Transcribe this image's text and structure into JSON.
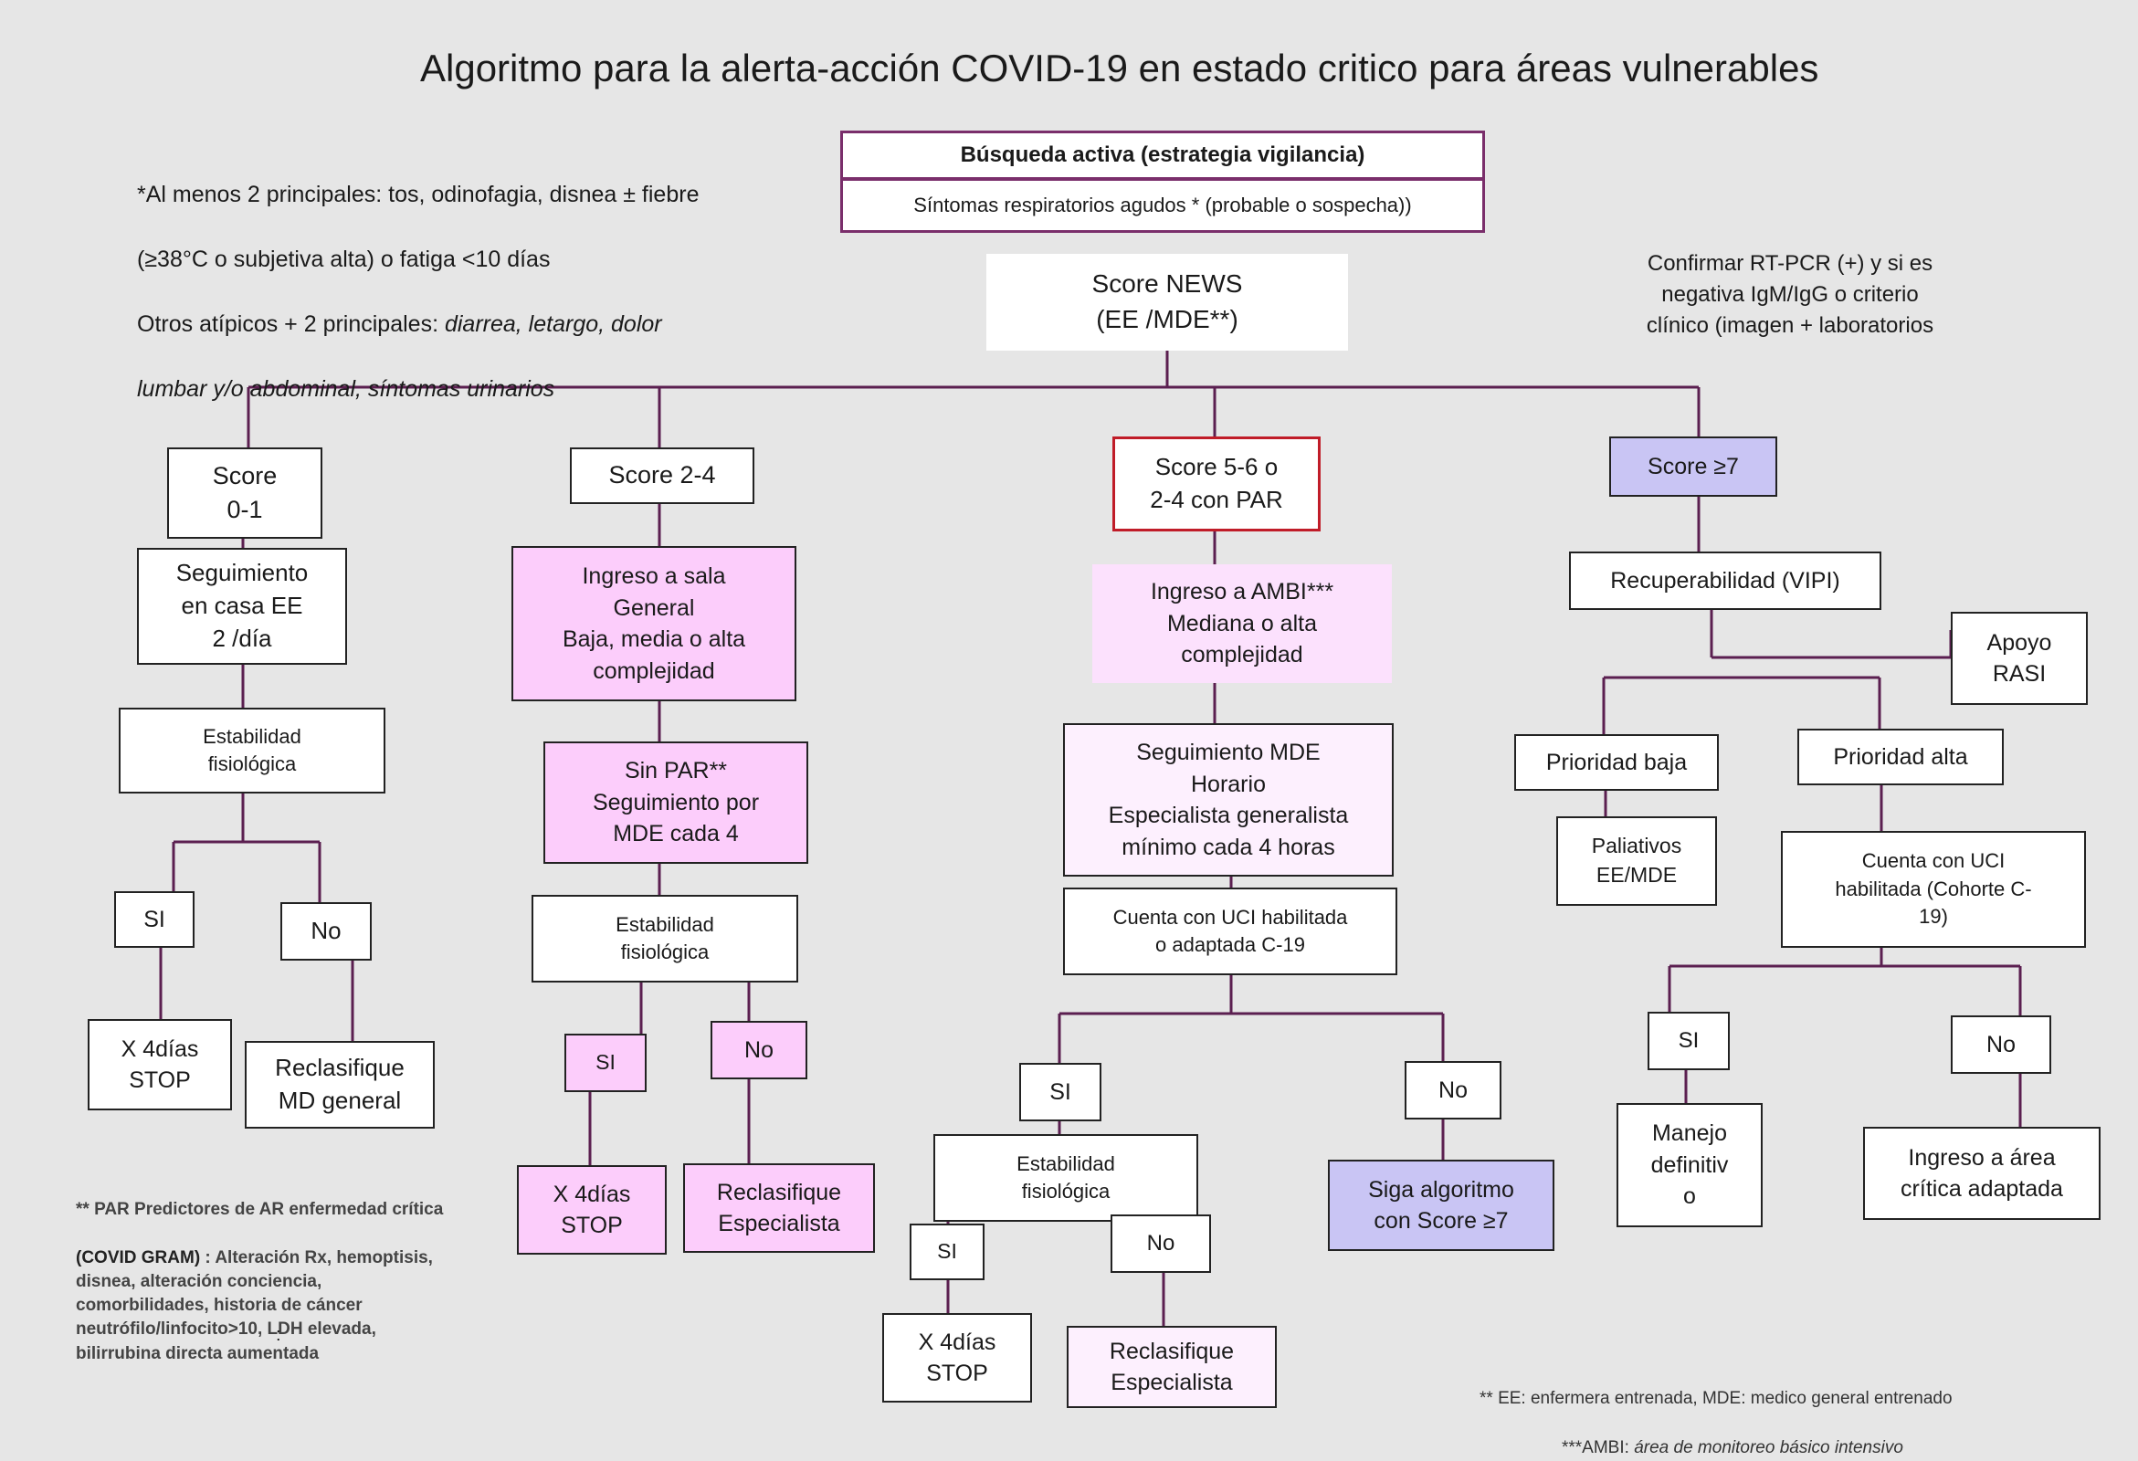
{
  "title": "Algoritmo para la alerta-acción COVID-19 en estado critico para áreas vulnerables",
  "note_top_left": {
    "line1": "*Al menos 2 principales: tos, odinofagia, disnea ± fiebre",
    "line2": "(≥38°C o subjetiva alta) o fatiga <10 días",
    "line3_prefix": "Otros atípicos + 2 principales: ",
    "line3_italic": "diarrea, letargo, dolor",
    "line4_italic": "lumbar y/o abdominal, síntomas urinarios"
  },
  "busqueda": {
    "header": "Búsqueda activa (estrategia vigilancia)",
    "subtext": "Síntomas respiratorios agudos *  (probable o sospecha))"
  },
  "score_news": "Score NEWS\n(EE /MDE**)",
  "confirm_note": "Confirmar RT-PCR (+) y si es\nnegativa  IgM/IgG o criterio\nclínico (imagen + laboratorios",
  "col1": {
    "score": "Score\n0-1",
    "follow": "Seguimiento\nen casa  EE\n2 /día",
    "stability": "Estabilidad\nfisiológica",
    "si": "SI",
    "no": "No",
    "stop": "X 4días\nSTOP",
    "reclass": "Reclasifique\nMD general"
  },
  "col2": {
    "score": "Score 2-4",
    "ingreso": "Ingreso a sala\nGeneral\nBaja, media o alta\ncomplejidad",
    "sinpar": "Sin PAR**\nSeguimiento por\nMDE  cada 4",
    "stability": "Estabilidad\nfisiológica",
    "si": "SI",
    "no": "No",
    "stop": "X 4días\nSTOP",
    "reclass": "Reclasifique\nEspecialista"
  },
  "col3": {
    "score": "Score 5-6 o\n2-4 con PAR",
    "ingreso": "Ingreso a AMBI***\nMediana o alta\ncomplejidad",
    "seguimiento": "Seguimiento  MDE\nHorario\nEspecialista generalista\nmínimo cada  4 horas",
    "uci": "Cuenta con UCI habilitada\no adaptada C-19",
    "si": "SI",
    "no": "No",
    "stability": "Estabilidad\nfisiológica",
    "si2": "SI",
    "no2": "No",
    "siga": "Siga algoritmo\ncon Score ≥7",
    "stop": "X 4días\nSTOP",
    "reclass": "Reclasifique\nEspecialista"
  },
  "col4": {
    "score": "Score ≥7",
    "recup": "Recuperabilidad (VIPI)",
    "apoyo": "Apoyo\nRASI",
    "baja": "Prioridad baja",
    "alta": "Prioridad alta",
    "paliativos": "Paliativos\nEE/MDE",
    "uci": "Cuenta con UCI\nhabilitada (Cohorte C-\n19)",
    "si": "SI",
    "no": "No",
    "manejo": "Manejo\ndefinitiv\no",
    "ingreso_critica": "Ingreso a área\ncrítica adaptada"
  },
  "par_note": {
    "bold_line": "** PAR Predictores de AR enfermedad crítica",
    "bold_prefix": "(COVID GRAM)",
    "text": " : Alteración Rx, hemoptisis,\ndisnea, alteración conciencia,\ncomorbilidades, historia de cáncer\nneutrófilo/linfocito>10, LDH elevada,\nbilirrubina directa aumentada",
    "colon": ":"
  },
  "footnote": {
    "line1": "** EE: enfermera entrenada, MDE: medico general entrenado",
    "line2_prefix": "***AMBI: ",
    "line2_italic": "área de monitoreo básico intensivo"
  },
  "colors": {
    "background": "#e6e6e6",
    "wire": "#5b1f50",
    "pink": "#fccdfb",
    "lavender": "#c9c5f4",
    "red_border": "#c01c28"
  }
}
